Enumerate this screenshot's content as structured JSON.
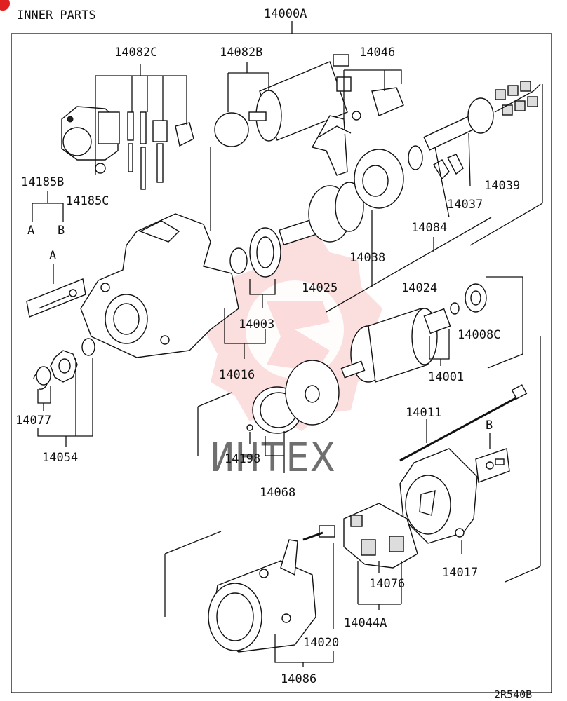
{
  "header": {
    "section_title": "INNER PARTS",
    "assembly_number": "14000A"
  },
  "diagram_code": "2R540B",
  "watermark": "ИНТЕХ",
  "sub_labels": {
    "A_left": "A",
    "B_left": "B",
    "A_detail": "A",
    "B_detail": "B"
  },
  "part_numbers": {
    "p14082C": "14082C",
    "p14082B": "14082B",
    "p14046": "14046",
    "p14185B": "14185B",
    "p14185C": "14185C",
    "p14039": "14039",
    "p14037": "14037",
    "p14084": "14084",
    "p14038": "14038",
    "p14025": "14025",
    "p14024": "14024",
    "p14003": "14003",
    "p14008C": "14008C",
    "p14016": "14016",
    "p14001": "14001",
    "p14077": "14077",
    "p14054": "14054",
    "p14011": "14011",
    "p14198": "14198",
    "p14068": "14068",
    "p14076": "14076",
    "p14017": "14017",
    "p14044A": "14044A",
    "p14020": "14020",
    "p14086": "14086"
  },
  "colors": {
    "line": "#111111",
    "watermark": "#e8464a",
    "corner_badge": "#e02020"
  }
}
